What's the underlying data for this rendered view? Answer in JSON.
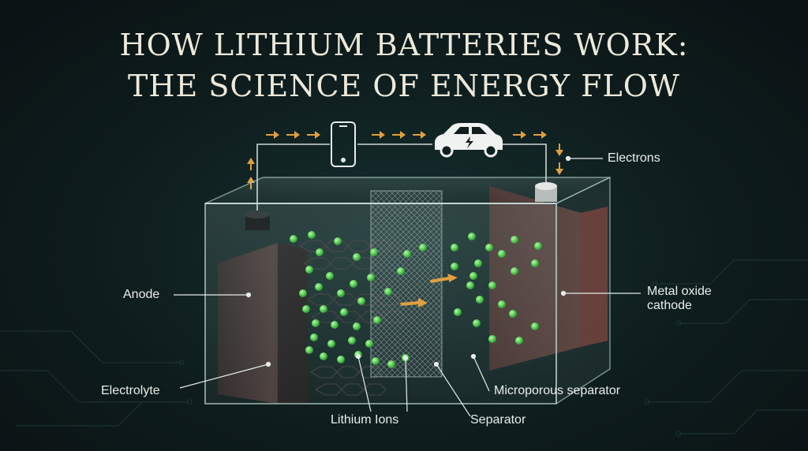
{
  "title": {
    "line1": "HOW LITHIUM BATTERIES WORK:",
    "line2": "THE SCIENCE OF ENERGY FLOW"
  },
  "labels": {
    "electrons": "Electrons",
    "anode": "Anode",
    "cathode_line1": "Metal oxide",
    "cathode_line2": "cathode",
    "electrolyte": "Electrolyte",
    "microporous_separator": "Microporous separator",
    "lithium_ions": "Lithium Ions",
    "separator": "Separator"
  },
  "icons": [
    "smartphone-icon",
    "electric-car-icon",
    "electron-arrow-icon"
  ],
  "colors": {
    "background": "#0e1c1d",
    "title": "#ece9da",
    "ion": "#5fd35a",
    "arrow": "#e0a040",
    "graphite": "#2a2d2d",
    "cathode": "#8a4a42",
    "wire": "#cfd8d4"
  }
}
